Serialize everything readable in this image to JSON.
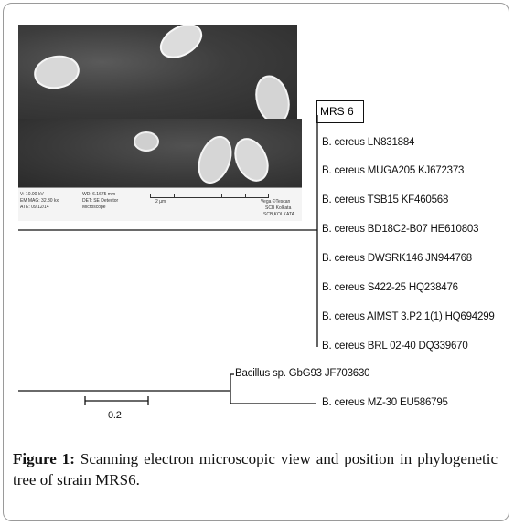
{
  "sem_metadata": {
    "hv": "V: 10.00 kV",
    "mag": "EM MAG: 32.30 kx",
    "date": "ATE: 09/12/14",
    "wd": "WD: 6.1675 mm",
    "det": "DET: SE Detector",
    "mode": "Microscope",
    "scale": "2 µm",
    "instrument": "Vega ©Tescan",
    "lab1": "SCB Kolkata",
    "lab2": "SCB,KOLKATA"
  },
  "tree": {
    "focal_strain": "MRS 6",
    "clade_labels": [
      "B. cereus LN831884",
      "B. cereus MUGA205 KJ672373",
      "B. cereus TSB15 KF460568",
      "B. cereus BD18C2-B07 HE610803",
      "B. cereus DWSRK146 JN944768",
      "B. cereus S422-25 HQ238476",
      "B. cereus AIMST 3.P2.1(1) HQ694299",
      "B. cereus BRL 02-40 DQ339670"
    ],
    "outgroup_labels": [
      "Bacillus sp. GbG93 JF703630",
      "B. cereus MZ-30 EU586795"
    ],
    "scale_label": "0.2"
  },
  "caption": {
    "label": "Figure 1:",
    "text": " Scanning electron microscopic view and position in phylogenetic tree of strain MRS6."
  }
}
